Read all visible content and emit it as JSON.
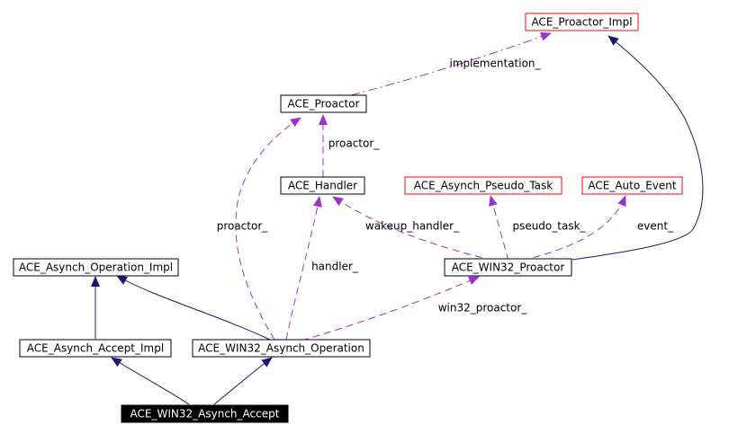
{
  "colors": {
    "inheritance_edge": "#191970",
    "usage_edge": "#9a32cd",
    "node_border": "#000000",
    "undocumented_border": "#ff0000",
    "focus_fill": "#000000",
    "focus_text": "#ffffff"
  },
  "nodes": {
    "proactor_impl": "ACE_Proactor_Impl",
    "proactor": "ACE_Proactor",
    "handler": "ACE_Handler",
    "asynch_pseudo_task": "ACE_Asynch_Pseudo_Task",
    "auto_event": "ACE_Auto_Event",
    "asynch_operation_impl": "ACE_Asynch_Operation_Impl",
    "win32_proactor": "ACE_WIN32_Proactor",
    "asynch_accept_impl": "ACE_Asynch_Accept_Impl",
    "win32_asynch_operation": "ACE_WIN32_Asynch_Operation",
    "win32_asynch_accept": "ACE_WIN32_Asynch_Accept"
  },
  "edge_labels": {
    "implementation": "implementation_",
    "proactor_handler": "proactor_",
    "proactor_operation": "proactor_",
    "wakeup_handler": "wakeup_handler_",
    "pseudo_task": "pseudo_task_",
    "event": "event_",
    "handler": "handler_",
    "win32_proactor": "win32_proactor_"
  }
}
